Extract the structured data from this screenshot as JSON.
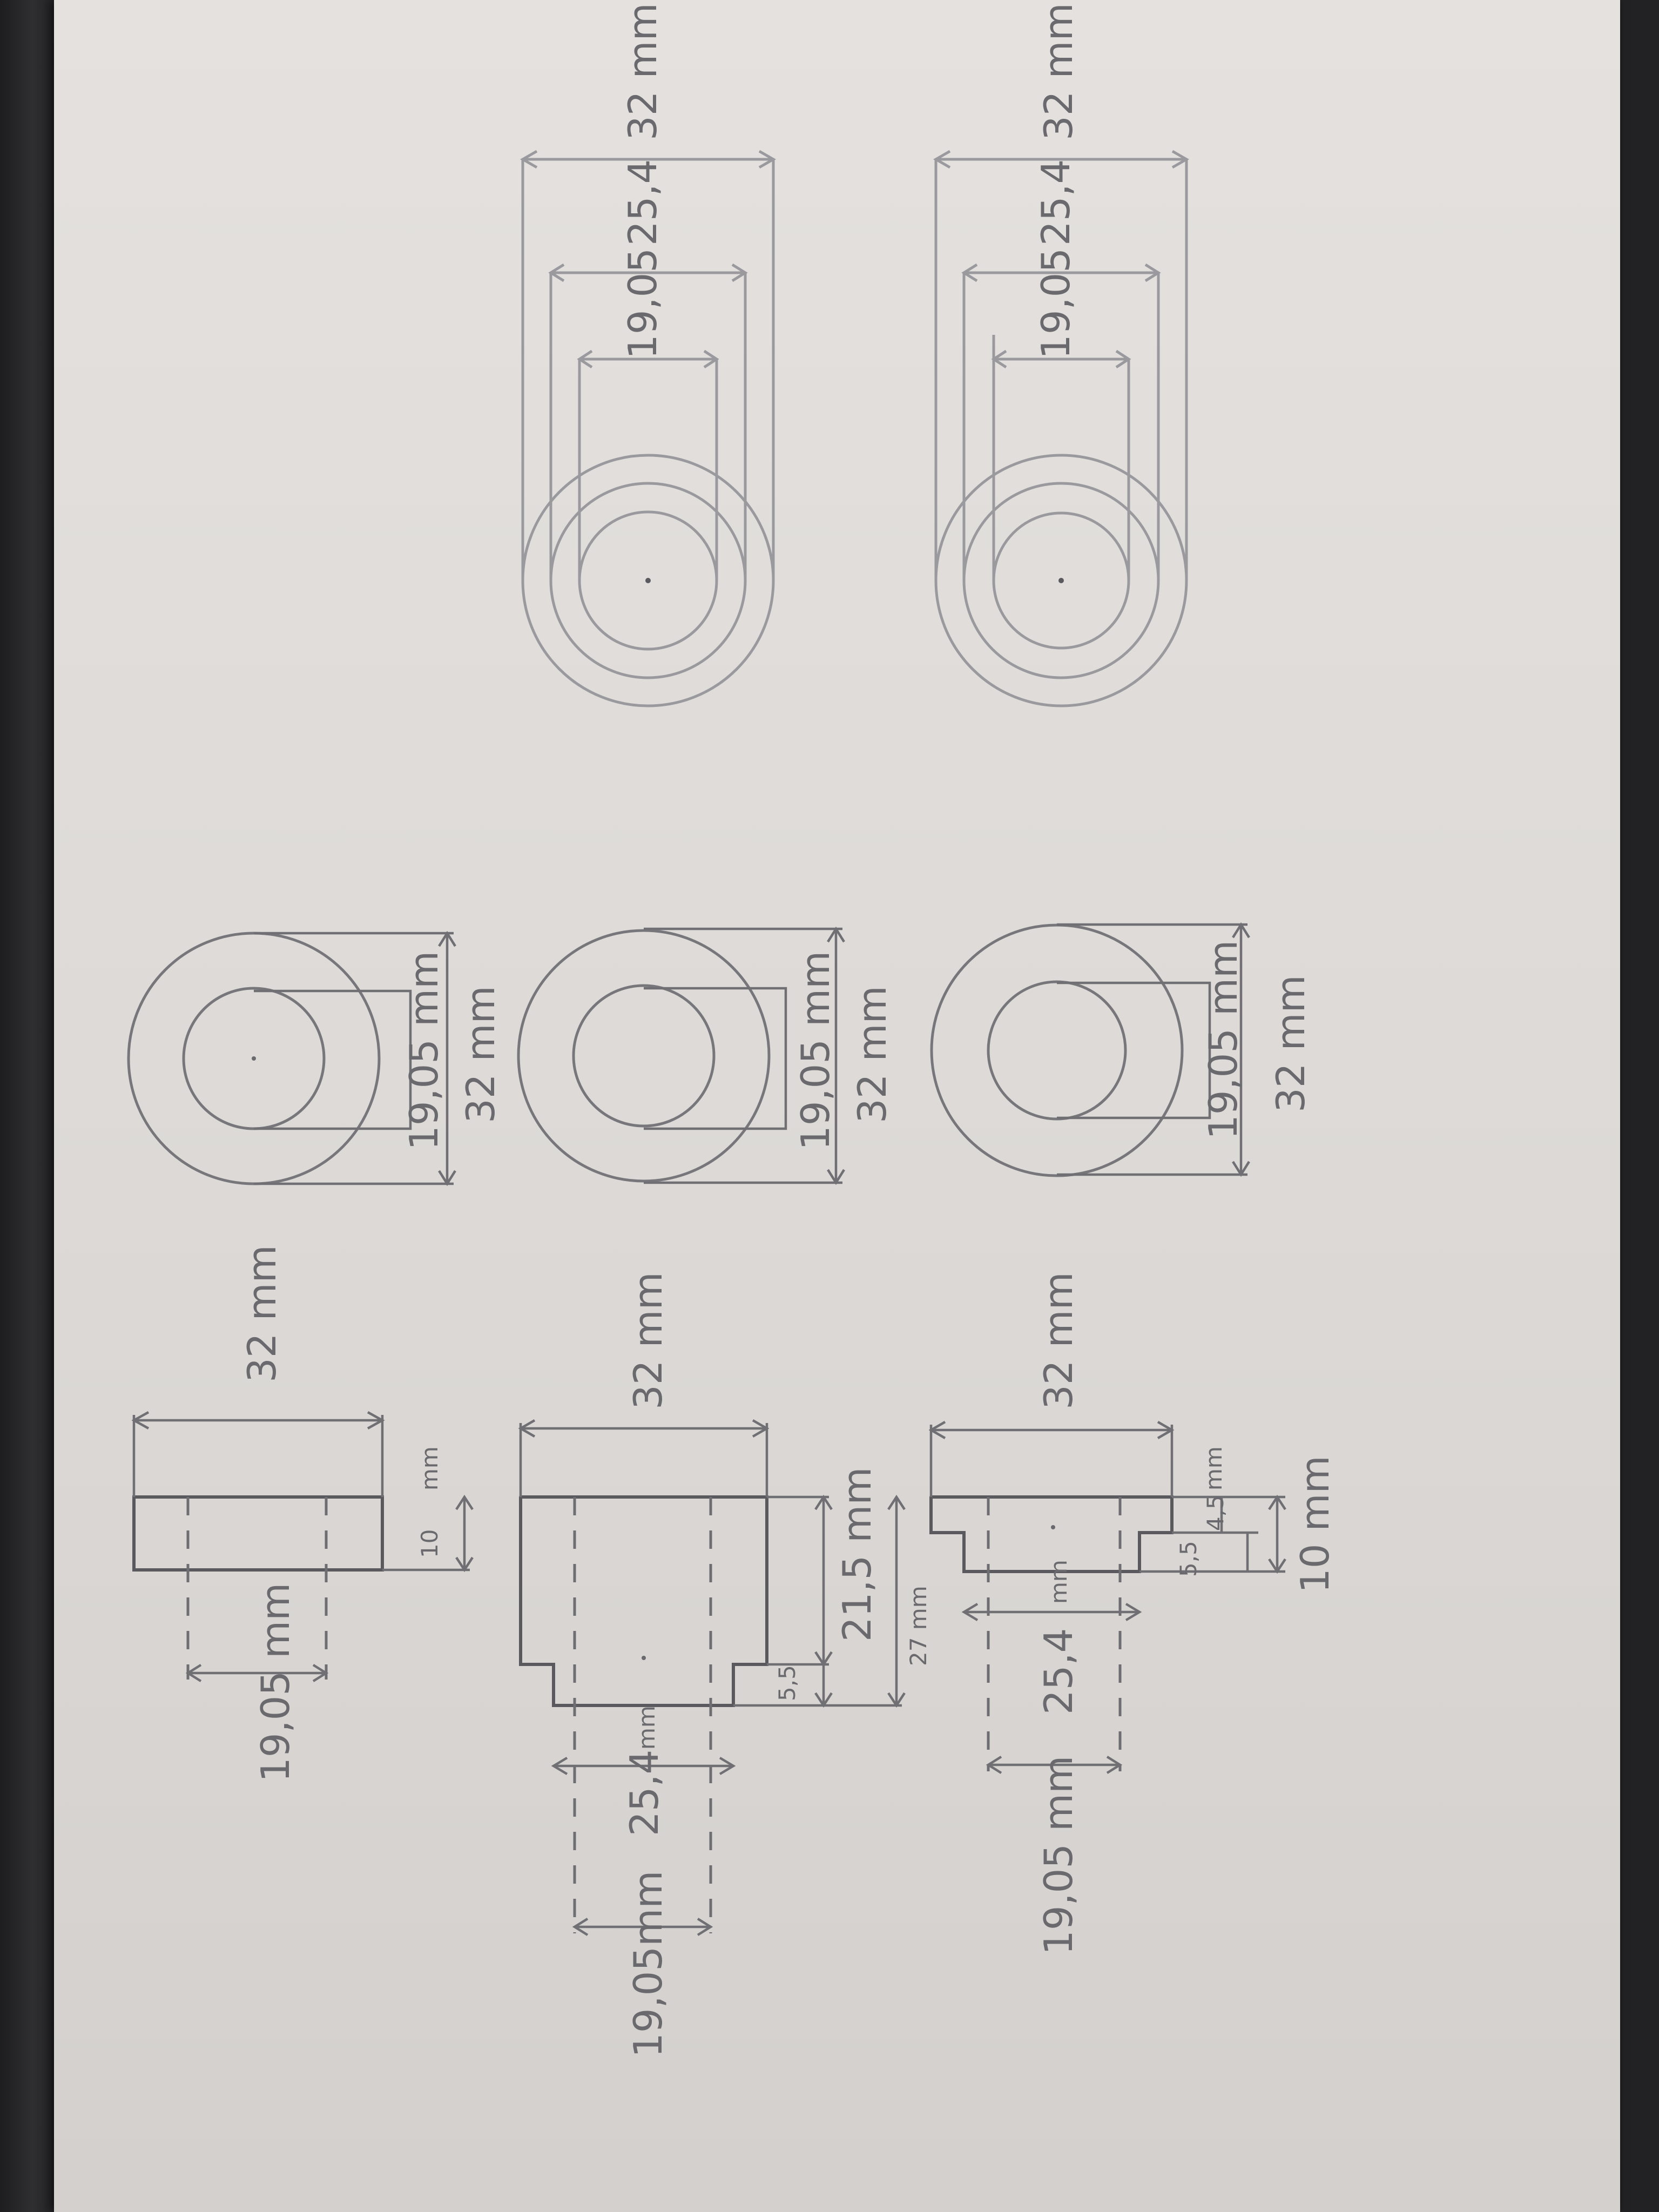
{
  "labels": {
    "d32": "32 mm",
    "d19_05": "19,05 mm",
    "d19_05_compact": "19,05mm",
    "d25_4": "25,4",
    "d25_4_mm": "mm",
    "d10": "10",
    "mm": "mm",
    "d10_mm": "10 mm",
    "d21_5": "21,5 mm",
    "d27": "27 mm",
    "d5_5": "5,5",
    "d4_5": "4,5",
    "d19_05_short": "19,05",
    "d25_4_short": "25,4"
  }
}
